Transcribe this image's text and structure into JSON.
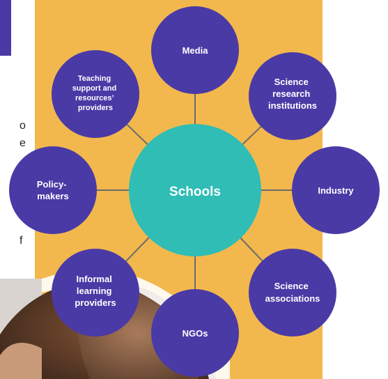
{
  "diagram": {
    "center": "Schools",
    "nodes": [
      {
        "id": "media",
        "lines": [
          "Media"
        ]
      },
      {
        "id": "science-research",
        "lines": [
          "Science",
          "research",
          "institutions"
        ]
      },
      {
        "id": "industry",
        "lines": [
          "Industry"
        ]
      },
      {
        "id": "science-associations",
        "lines": [
          "Science",
          "associations"
        ]
      },
      {
        "id": "ngos",
        "lines": [
          "NGOs"
        ]
      },
      {
        "id": "informal-learning",
        "lines": [
          "Informal",
          "learning",
          "providers"
        ]
      },
      {
        "id": "policy-makers",
        "lines": [
          "Policy-",
          "makers"
        ]
      },
      {
        "id": "teaching-support",
        "lines": [
          "Teaching",
          "support and",
          "resources’",
          "providers"
        ]
      }
    ]
  },
  "cropped_text": [
    "o",
    "e",
    "f"
  ],
  "colors": {
    "panel": "#f2b84d",
    "node": "#4a3aa6",
    "center": "#2fbdb6",
    "connector": "#6b6b6b",
    "text": "#ffffff"
  }
}
